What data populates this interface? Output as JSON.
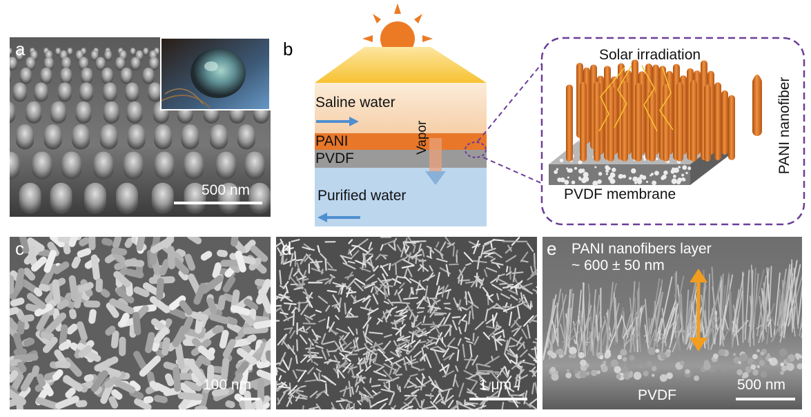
{
  "panels": {
    "a": {
      "letter": "a",
      "scale_label": "500 nm"
    },
    "b": {
      "letter": "b",
      "saline_label": "Saline water",
      "pani_label": "PANI",
      "pvdf_label": "PVDF",
      "vapor_label": "Vapor",
      "purified_label": "Purified water",
      "solar_label": "Solar irradiation",
      "membrane_label": "PVDF membrane",
      "nanofiber_label": "PANI nanofiber"
    },
    "c": {
      "letter": "c",
      "scale_label": "100 nm"
    },
    "d": {
      "letter": "d",
      "scale_label": "1 μm"
    },
    "e": {
      "letter": "e",
      "layer_label": "PANI nanofibers layer",
      "thickness_label": "~ 600 ± 50 nm",
      "pvdf_label": "PVDF",
      "scale_label": "500 nm"
    }
  },
  "colors": {
    "pani_orange": "#e8772a",
    "pvdf_gray": "#9a9a9a",
    "water_blue": "#bcd6ee",
    "arrow_blue": "#4f8fd0",
    "sun_orange": "#ec7a24",
    "sun_yellow": "#f7c232",
    "dash_purple": "#6b3d99",
    "thickness_arrow": "#f29d1e"
  }
}
